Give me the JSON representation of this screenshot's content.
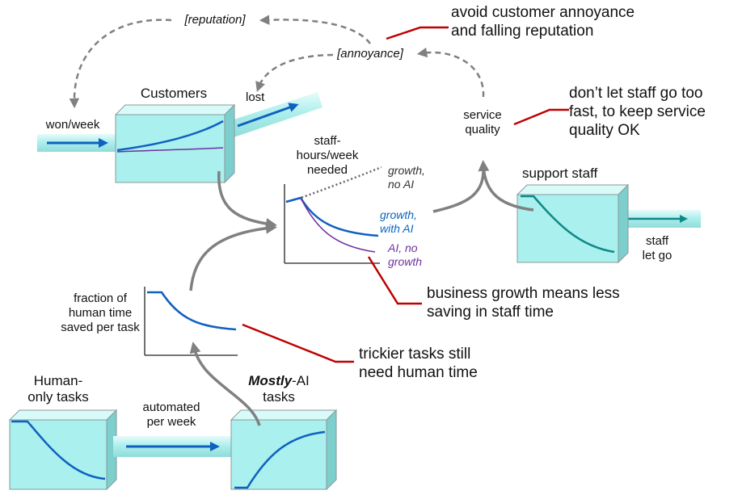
{
  "colors": {
    "stock_fill": "#a9f0ee",
    "pipe_fill": "#b3f2f0",
    "blue_curve": "#1060c0",
    "purple_curve": "#7030a0",
    "teal_curve": "#108888",
    "red_connector": "#c00000",
    "gray_arrow": "#808080"
  },
  "stocks": {
    "customers": {
      "title": "Customers",
      "inflow": "won/week",
      "outflow": "lost"
    },
    "support_staff": {
      "title": "support staff",
      "outflow": "staff\nlet go"
    },
    "human_only": {
      "title": "Human-\nonly tasks"
    },
    "mostly_ai": {
      "title_bold": "Mostly",
      "title_rest": "-AI\ntasks"
    },
    "flow_automated": "automated\nper week"
  },
  "loop": {
    "reputation": "[reputation]",
    "annoyance": "[annoyance]",
    "service_quality": "service\nquality"
  },
  "staff_chart": {
    "title": "staff-\nhours/week\nneeded",
    "series": [
      {
        "name": "growth,\nno AI",
        "style": "dotted",
        "color": "#666666"
      },
      {
        "name": "growth,\nwith AI",
        "color": "#1060c0"
      },
      {
        "name": "AI, no\ngrowth",
        "color": "#7030a0"
      }
    ]
  },
  "fraction_chart": {
    "title": "fraction of\nhuman time\nsaved per task"
  },
  "notes": {
    "reputation_note": "avoid customer annoyance\nand falling reputation",
    "staff_note": "don’t let staff go too\nfast, to keep service\nquality OK",
    "growth_note": "business growth means less\nsaving in staff time",
    "tricky_note": "trickier tasks still\nneed human time"
  }
}
